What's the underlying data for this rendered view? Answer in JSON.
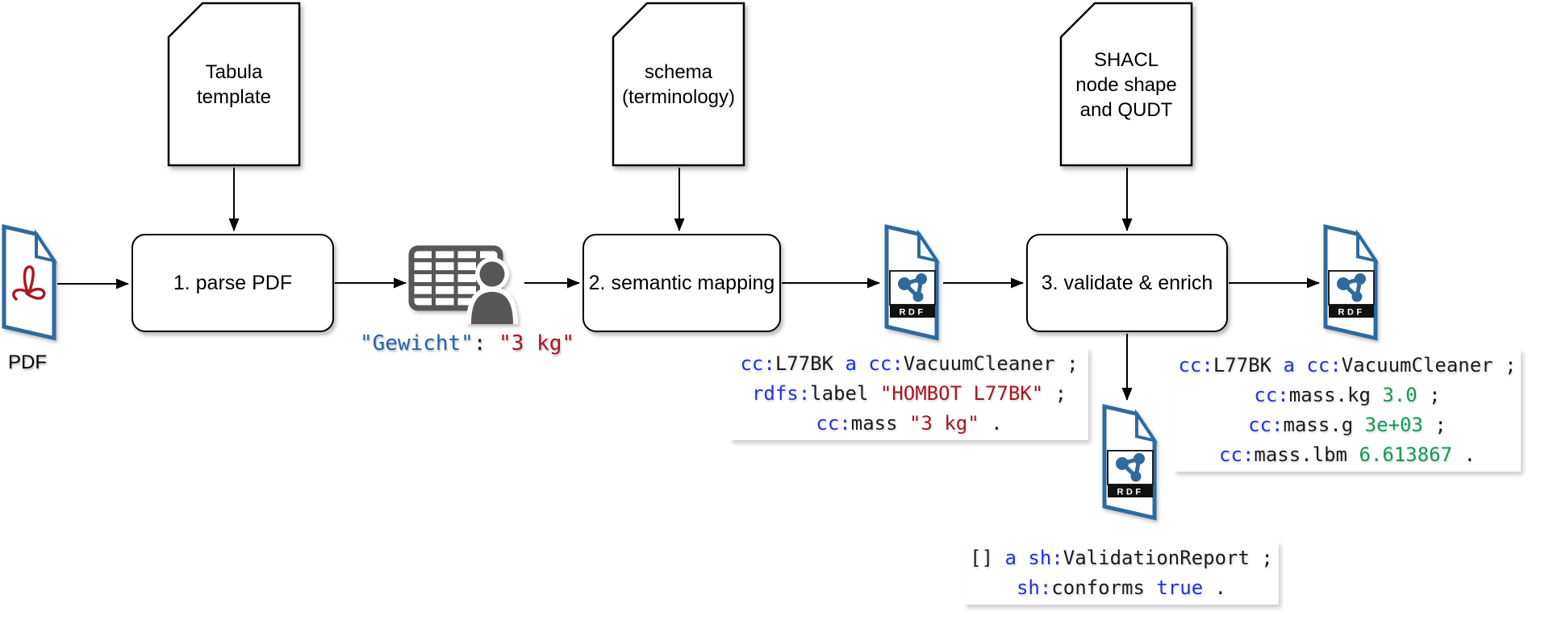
{
  "docs": {
    "tabula": "Tabula\ntemplate",
    "schema": "schema\n(terminology)",
    "shacl": "SHACL\nnode shape\nand QUDT"
  },
  "steps": {
    "parse": "1. parse PDF",
    "map": "2. semantic mapping",
    "validate": "3. validate & enrich"
  },
  "labels": {
    "pdf": "PDF",
    "rdf_bar": "RDF"
  },
  "annotations": {
    "gewicht": {
      "lines": [
        [
          [
            "k",
            "\"Gewicht\""
          ],
          [
            "d",
            ": "
          ],
          [
            "s",
            "\"3 kg\""
          ]
        ]
      ]
    },
    "mapped": {
      "lines": [
        [
          [
            "p",
            "cc:"
          ],
          [
            "d",
            "L77BK "
          ],
          [
            "p",
            "a "
          ],
          [
            "p",
            "cc:"
          ],
          [
            "d",
            "VacuumCleaner ;"
          ]
        ],
        [
          [
            "p",
            "rdfs:"
          ],
          [
            "d",
            "label "
          ],
          [
            "s",
            "\"HOMBOT L77BK\""
          ],
          [
            "d",
            " ;"
          ]
        ],
        [
          [
            "p",
            "cc:"
          ],
          [
            "d",
            "mass "
          ],
          [
            "s",
            "\"3 kg\""
          ],
          [
            "d",
            " ."
          ]
        ]
      ]
    },
    "enriched": {
      "lines": [
        [
          [
            "p",
            "cc:"
          ],
          [
            "d",
            "L77BK "
          ],
          [
            "p",
            "a "
          ],
          [
            "p",
            "cc:"
          ],
          [
            "d",
            "VacuumCleaner ;"
          ]
        ],
        [
          [
            "p",
            "cc:"
          ],
          [
            "d",
            "mass.kg "
          ],
          [
            "n",
            "3.0"
          ],
          [
            "d",
            " ;"
          ]
        ],
        [
          [
            "p",
            "cc:"
          ],
          [
            "d",
            "mass.g "
          ],
          [
            "n",
            "3e+03"
          ],
          [
            "d",
            " ;"
          ]
        ],
        [
          [
            "p",
            "cc:"
          ],
          [
            "d",
            "mass.lbm "
          ],
          [
            "n",
            "6.613867"
          ],
          [
            "d",
            " ."
          ]
        ]
      ]
    },
    "report": {
      "lines": [
        [
          [
            "d",
            "[] "
          ],
          [
            "p",
            "a "
          ],
          [
            "p",
            "sh:"
          ],
          [
            "d",
            "ValidationReport ;"
          ]
        ],
        [
          [
            "p",
            "sh:"
          ],
          [
            "d",
            "conforms "
          ],
          [
            "p",
            "true"
          ],
          [
            "d",
            " ."
          ]
        ]
      ]
    }
  },
  "colors": {
    "code_blue": "#2135e0",
    "code_dark": "#1c1c1c",
    "code_red": "#a81822",
    "code_green": "#149a57",
    "key_blue": "#2365af",
    "icon_blue": "#2e6a9e",
    "icon_gray": "#575757",
    "pdf_red": "#a61d24",
    "arrow": "#000000"
  }
}
